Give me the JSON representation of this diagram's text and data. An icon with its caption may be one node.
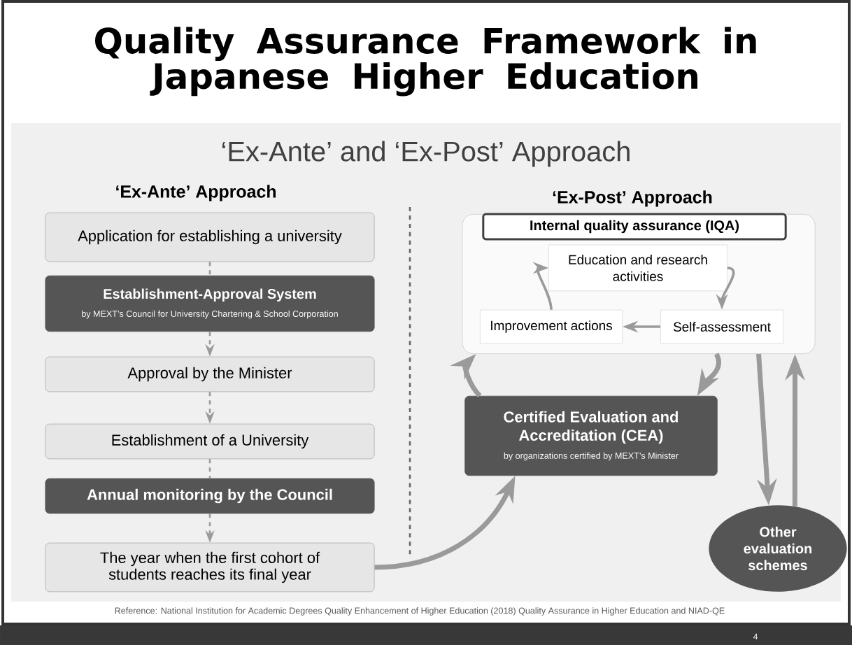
{
  "diagram": {
    "title": "Quality Assurance Framework in Japanese Higher Education",
    "caption": "Reference: National Institution for Academic Degrees Quality Enhancement of Higher Education (2018) Quality Assurance in Higher Education and NIAD-QE",
    "nodes": [
      {
        "text": [
          "Application for establishing a university"
        ]
      },
      {
        "text": [
          "Establishment-Approval System",
          "by MEXT’s Council for University Chartering & School Corporation"
        ]
      },
      {
        "text": [
          "Approval by the Minister"
        ]
      },
      {
        "text": [
          "Establishment of a University"
        ]
      },
      {
        "text": [
          "Annual monitoring by the Council"
        ]
      },
      {
        "text": [
          "The year when the first cohort of students reaches its final year"
        ]
      },
      {
        "text": [
          "Internal quality assurance (IQA)"
        ]
      },
      {
        "text": [
          "Education and research activities"
        ],
        "in": 6
      },
      {
        "text": [
          "Self-assessment"
        ],
        "in": 6
      },
      {
        "text": [
          "Improvement actions"
        ],
        "in": 6
      },
      {
        "text": [
          "Certified Evaluation and Accreditation (CEA)",
          "by organizations certified by MEXT’s Minister"
        ]
      },
      {
        "text": [
          "Other evaluation schemes"
        ]
      }
    ],
    "edges": [
      {
        "from": 0,
        "to": 1,
        "arrow": "none",
        "style": "dashed"
      },
      {
        "from": 1,
        "to": 2,
        "arrow": "to",
        "style": "dashed"
      },
      {
        "from": 2,
        "to": 3,
        "arrow": "to",
        "style": "dashed"
      },
      {
        "from": 3,
        "to": 4,
        "arrow": "none",
        "style": "dashed"
      },
      {
        "from": 4,
        "to": 5,
        "arrow": "to",
        "style": "dashed"
      },
      {
        "from": 7,
        "to": 8,
        "arrow": "to"
      },
      {
        "from": 8,
        "to": 9,
        "arrow": "to"
      },
      {
        "from": 9,
        "to": 7,
        "arrow": "to"
      },
      {
        "from": 6,
        "to": 10,
        "arrow": "to",
        "style": "thick"
      },
      {
        "from": 10,
        "to": 6,
        "arrow": "to",
        "style": "thick"
      },
      {
        "from": 6,
        "to": 11,
        "arrow": "to",
        "style": "thick"
      },
      {
        "from": 11,
        "to": 6,
        "arrow": "to",
        "style": "thick"
      },
      {
        "from": 5,
        "to": 10,
        "arrow": "to",
        "style": "thick"
      }
    ],
    "labels": [
      "‘Ex-Ante’ and ‘Ex-Post’ Approach",
      "‘Ex-Ante’ Approach",
      "‘Ex-Post’ Approach",
      "4"
    ]
  }
}
